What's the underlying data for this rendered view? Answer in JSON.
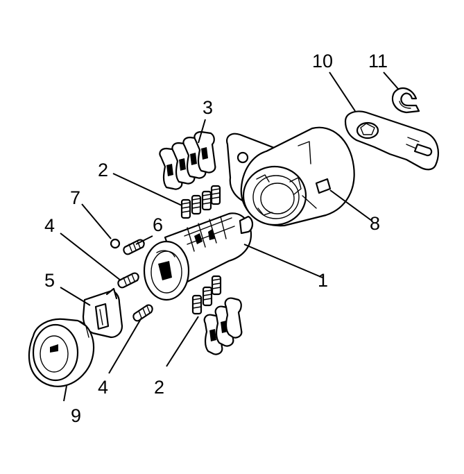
{
  "callouts": [
    "1",
    "2",
    "3",
    "4",
    "5",
    "6",
    "7",
    "8",
    "9",
    "10",
    "11"
  ]
}
